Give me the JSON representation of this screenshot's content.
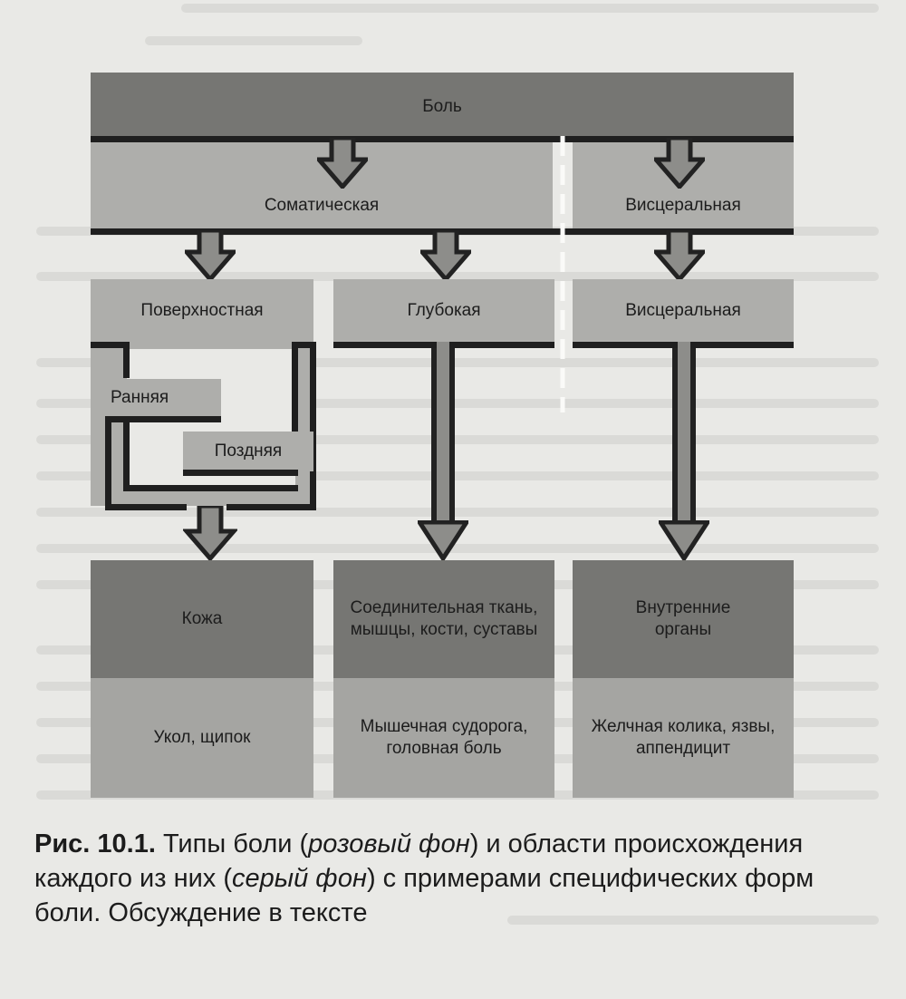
{
  "diagram": {
    "root": {
      "label": "Боль"
    },
    "level1": {
      "somatic": "Соматическая",
      "visceral": "Висцеральная"
    },
    "level2": {
      "superficial": "Поверхностная",
      "deep": "Глубокая",
      "visceral": "Висцеральная"
    },
    "subtypes": {
      "early": "Ранняя",
      "late": "Поздняя"
    },
    "origins": {
      "skin": "Кожа",
      "connective": "Соединительная ткань, мышцы, кости, суставы",
      "organs": "Внутренние органы"
    },
    "examples": {
      "skin": "Укол, щипок",
      "deep": "Мышечная судорога, головная боль",
      "visceral": "Желчная колика, язвы, аппендицит"
    }
  },
  "caption": {
    "label": "Рис. 10.1.",
    "text1": " Типы боли (",
    "italic1": "розовый фон",
    "text2": ") и области происхождения каждого из них (",
    "italic2": "серый фон",
    "text3": ") с примерами специфических форм боли. Обсуждение в тексте"
  }
}
